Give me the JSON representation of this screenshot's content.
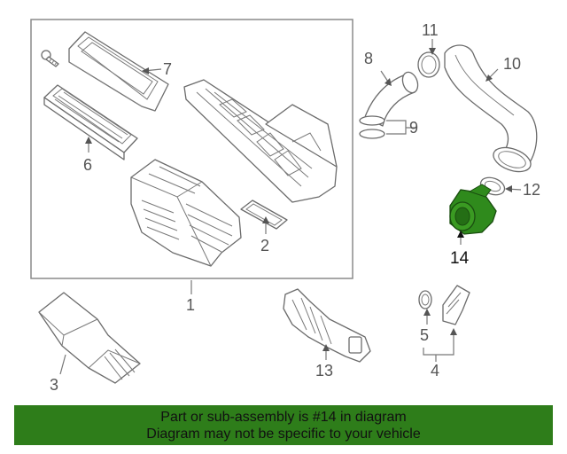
{
  "callouts": {
    "c1": "1",
    "c2": "2",
    "c3": "3",
    "c4": "4",
    "c5": "5",
    "c6": "6",
    "c7": "7",
    "c8": "8",
    "c9": "9",
    "c10": "10",
    "c11": "11",
    "c12": "12",
    "c13": "13",
    "c14": "14"
  },
  "highlight": {
    "part": "14",
    "color": "#2f8a1c"
  },
  "banner": {
    "line1": "Part or sub-assembly is #14 in diagram",
    "line2": "Diagram may not be specific to your vehicle",
    "background": "#2e7d1a"
  }
}
